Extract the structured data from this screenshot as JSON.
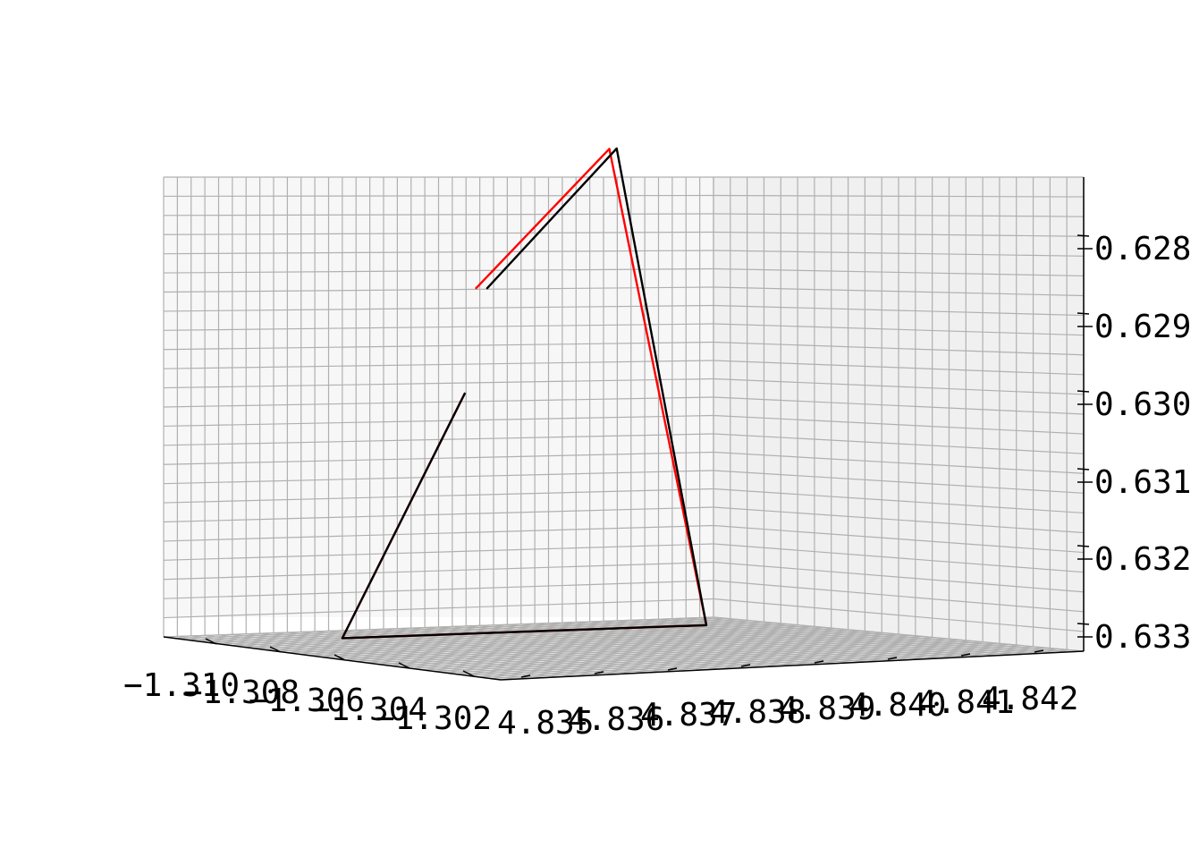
{
  "chart_data": {
    "type": "line3d",
    "title": "",
    "xlabel": "",
    "ylabel": "",
    "zlabel": "",
    "x_ticks": [
      "−1.310",
      "−1.308",
      "−1.306",
      "−1.304",
      "−1.302"
    ],
    "y_ticks": [
      "4.835",
      "4.836",
      "4.837",
      "4.838",
      "4.839",
      "4.840",
      "4.841",
      "4.842"
    ],
    "z_ticks": [
      "0.628",
      "0.629",
      "0.630",
      "0.631",
      "0.632",
      "0.633"
    ],
    "xlim": [
      -1.3105,
      -1.3015
    ],
    "ylim": [
      4.8345,
      4.8425
    ],
    "zlim": [
      0.6336,
      0.6273
    ],
    "grid": true,
    "series": [
      {
        "color": "#ff0000",
        "points": [
          [
            -1.3042,
            4.8354,
            0.63
          ],
          [
            -1.3067,
            4.835,
            0.6334
          ],
          [
            -1.3071,
            4.8402,
            0.6335
          ],
          [
            -1.3093,
            4.84,
            0.6273
          ],
          [
            -1.3119,
            4.8395,
            0.6293
          ]
        ]
      },
      {
        "color": "#000000",
        "points": [
          [
            -1.3042,
            4.8354,
            0.63
          ],
          [
            -1.3067,
            4.835,
            0.6334
          ],
          [
            -1.3071,
            4.8402,
            0.6335
          ],
          [
            -1.3093,
            4.8401,
            0.6273
          ],
          [
            -1.3118,
            4.8396,
            0.6293
          ]
        ]
      }
    ]
  }
}
